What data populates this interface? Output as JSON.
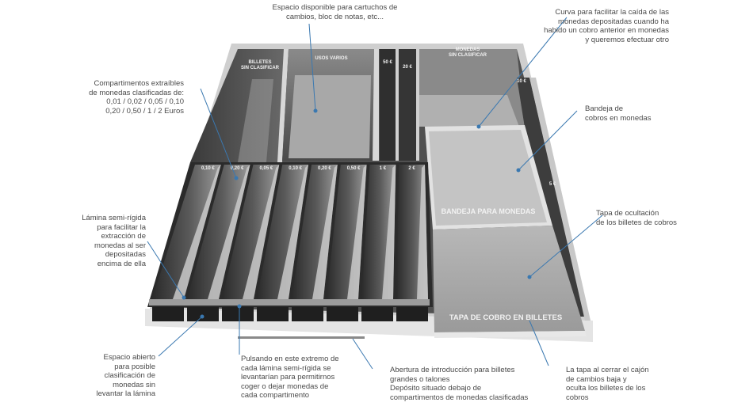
{
  "tray": {
    "section_labels": {
      "billetes": [
        "BILLETES",
        "SIN CLASIFICAR"
      ],
      "usos_varios": "USOS VARIOS",
      "coin_50": "50 €",
      "coin_20": "20 €",
      "monedas": [
        "MONEDAS",
        "SIN CLASIFICAR"
      ],
      "coin_10": "10 €",
      "coin_5": "5 €"
    },
    "coin_slots": [
      "0,10 €",
      "0,20 €",
      "0,05 €",
      "0,10 €",
      "0,20 €",
      "0,50 €",
      "1 €",
      "2 €"
    ],
    "bandeja_label": "BANDEJA PARA MONEDAS",
    "tapa_label": "TAPA DE COBRO EN BILLETES"
  },
  "notes": {
    "espacio_top": [
      "Espacio disponible para cartuchos de",
      "cambios, bloc de notas, etc..."
    ],
    "curva": [
      "Curva para facilitar la caída de las",
      "monedas depositadas cuando ha",
      "habido un cobro anterior en monedas",
      "y queremos efectuar otro"
    ],
    "compartimentos": [
      "Compartimentos extraíbles",
      "de monedas clasificadas de:",
      "0,01 / 0,02 / 0,05 / 0,10",
      "0,20 / 0,50 / 1 / 2  Euros"
    ],
    "bandeja": [
      "Bandeja de",
      "cobros en monedas"
    ],
    "lamina": [
      "Lámina semi-rígida",
      "para facilitar la",
      "extracción de",
      "monedas al ser",
      "depositadas",
      "encima de ella"
    ],
    "tapa_ocultacion": [
      "Tapa de ocultación",
      "de los billetes de cobros"
    ],
    "espacio_abierto": [
      "Espacio abierto",
      "para posible",
      "clasificación de",
      "monedas sin",
      "levantar la lámina"
    ],
    "pulsando": [
      "Pulsando en este extremo de",
      "cada lámina semi-rígida se",
      "levantarían para permitirnos",
      "coger o dejar monedas de",
      "cada compartimento"
    ],
    "abertura": [
      "Abertura de introducción para billetes",
      "grandes o talones",
      "Depósito situado debajo de",
      "compartimentos de monedas clasificadas"
    ],
    "tapa_cerrar": [
      "La tapa al cerrar el cajón",
      "de cambios baja y",
      "oculta los billetes de los",
      "cobros"
    ]
  }
}
